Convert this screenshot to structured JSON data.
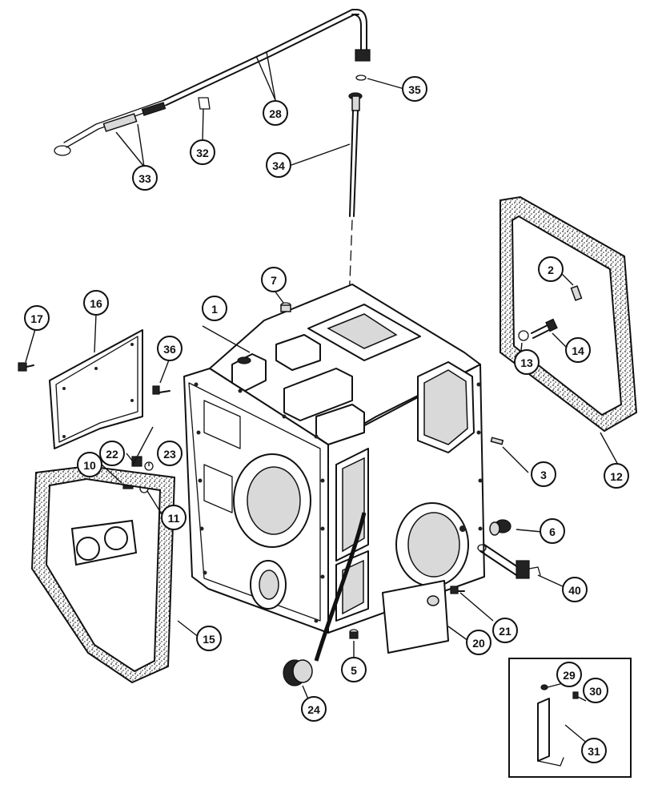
{
  "callouts": [
    {
      "id": "1",
      "label": "1"
    },
    {
      "id": "2",
      "label": "2"
    },
    {
      "id": "3",
      "label": "3"
    },
    {
      "id": "5",
      "label": "5"
    },
    {
      "id": "6",
      "label": "6"
    },
    {
      "id": "7",
      "label": "7"
    },
    {
      "id": "10",
      "label": "10"
    },
    {
      "id": "11",
      "label": "11"
    },
    {
      "id": "12",
      "label": "12"
    },
    {
      "id": "13",
      "label": "13"
    },
    {
      "id": "14",
      "label": "14"
    },
    {
      "id": "15",
      "label": "15"
    },
    {
      "id": "16",
      "label": "16"
    },
    {
      "id": "17",
      "label": "17"
    },
    {
      "id": "20",
      "label": "20"
    },
    {
      "id": "21",
      "label": "21"
    },
    {
      "id": "22",
      "label": "22"
    },
    {
      "id": "23",
      "label": "23"
    },
    {
      "id": "24",
      "label": "24"
    },
    {
      "id": "28",
      "label": "28"
    },
    {
      "id": "29",
      "label": "29"
    },
    {
      "id": "30",
      "label": "30"
    },
    {
      "id": "31",
      "label": "31"
    },
    {
      "id": "32",
      "label": "32"
    },
    {
      "id": "33",
      "label": "33"
    },
    {
      "id": "34",
      "label": "34"
    },
    {
      "id": "35",
      "label": "35"
    },
    {
      "id": "36",
      "label": "36"
    },
    {
      "id": "40",
      "label": "40"
    }
  ]
}
